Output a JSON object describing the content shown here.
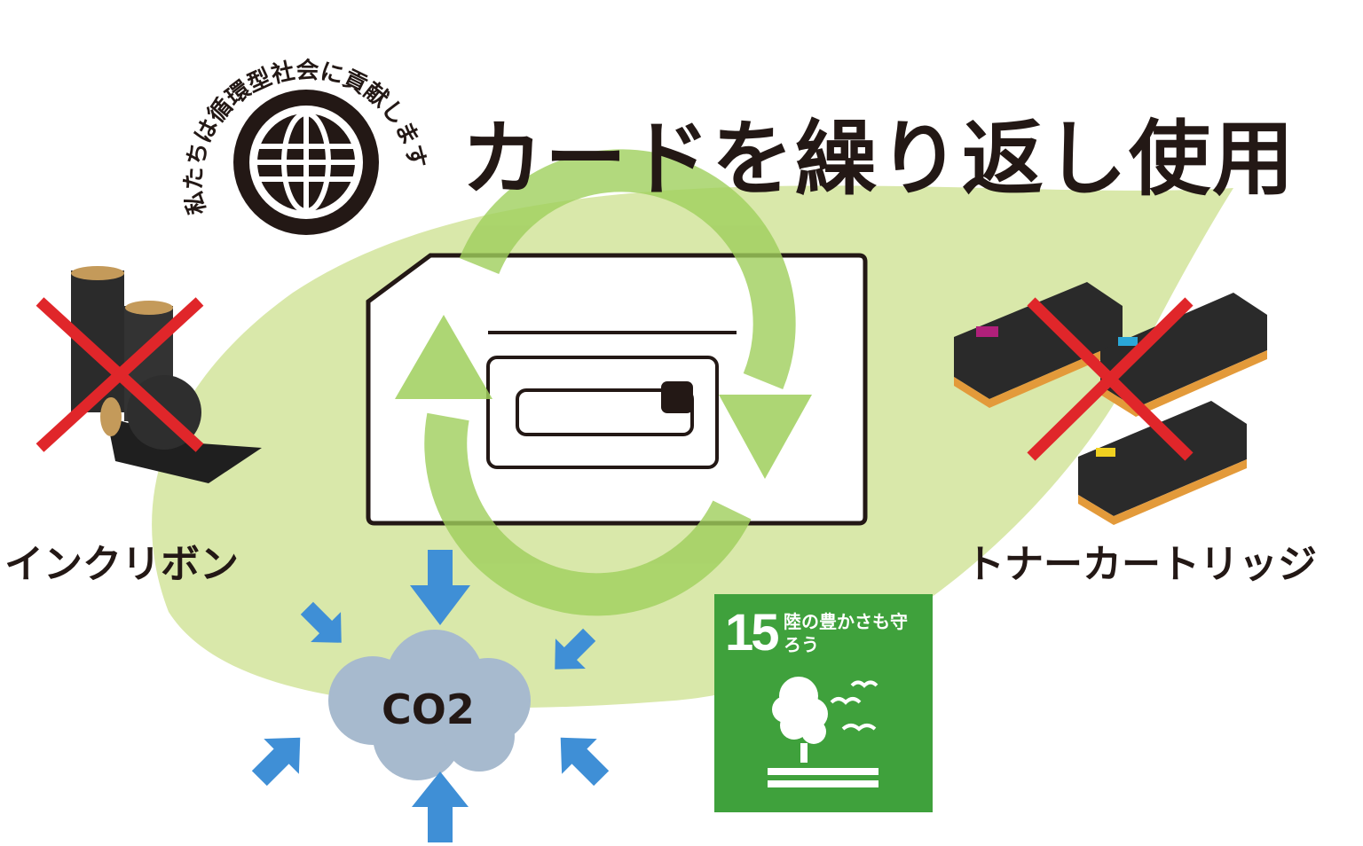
{
  "title": "カードを繰り返し使用",
  "logo": {
    "text": "私たちは循環型社会に貢献します"
  },
  "left_item": {
    "label": "インクリボン",
    "status": "crossed-out"
  },
  "right_item": {
    "label": "トナーカートリッジ",
    "status": "crossed-out"
  },
  "co2": {
    "label": "CO2"
  },
  "sdg": {
    "number": "15",
    "title": "陸の豊かさも守ろう"
  },
  "colors": {
    "leaf": "#d9e8aa",
    "recycle_arrow": "#9fcf5c",
    "cross": "#e0262a",
    "sdg_green": "#3fa13c",
    "cloud": "#a7bace",
    "co2_arrow": "#3f8fd6"
  }
}
